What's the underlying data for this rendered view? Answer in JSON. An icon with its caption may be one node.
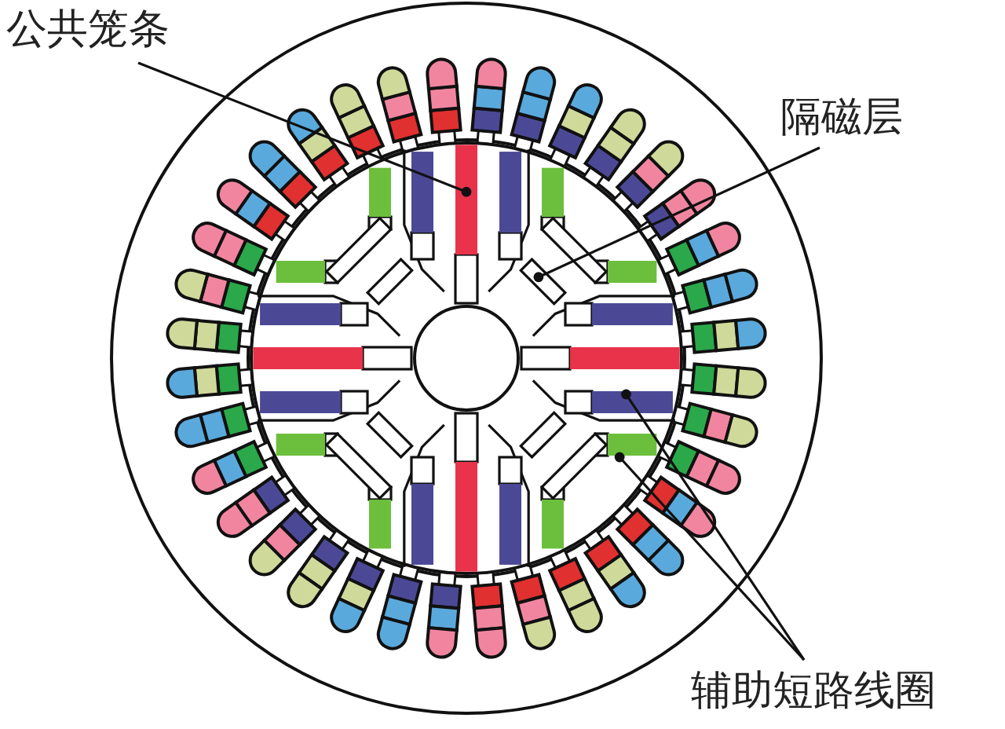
{
  "diagram": {
    "nodes": [
      {
        "text": [
          "公共笼条"
        ]
      },
      {
        "text": [
          "隔磁层"
        ]
      },
      {
        "text": [
          "辅助短路线圈"
        ]
      },
      {
        "text": [],
        "shape": "bar"
      },
      {
        "text": [],
        "shape": "bar"
      },
      {
        "text": [],
        "shape": "bar"
      },
      {
        "text": [],
        "shape": "bar"
      },
      {
        "text": [],
        "shape": "bar"
      },
      {
        "text": [],
        "shape": "bar"
      },
      {
        "text": [],
        "shape": "bar"
      },
      {
        "text": [],
        "shape": "bar"
      },
      {
        "text": [],
        "shape": "bar"
      },
      {
        "text": [],
        "shape": "bar"
      },
      {
        "text": [],
        "shape": "bar"
      },
      {
        "text": [],
        "shape": "bar"
      },
      {
        "text": [],
        "shape": "bar"
      },
      {
        "text": [],
        "shape": "bar"
      },
      {
        "text": [],
        "shape": "bar"
      },
      {
        "text": [],
        "shape": "bar"
      },
      {
        "text": [],
        "shape": "bar"
      },
      {
        "text": [],
        "shape": "bar"
      },
      {
        "text": [],
        "shape": "bar"
      },
      {
        "text": [],
        "shape": "bar"
      },
      {
        "text": [],
        "shape": "bar"
      },
      {
        "text": [],
        "shape": "bar"
      },
      {
        "text": [],
        "shape": "bar"
      },
      {
        "text": [],
        "shape": "bar"
      },
      {
        "text": [],
        "shape": "bar"
      },
      {
        "text": [],
        "shape": "bar"
      },
      {
        "text": [],
        "shape": "bar"
      },
      {
        "text": [],
        "shape": "bar"
      }
    ],
    "edges": [
      {
        "from": 0,
        "to": 3,
        "arrow": "other"
      },
      {
        "from": 1,
        "to": 24,
        "arrow": "other"
      },
      {
        "from": 2,
        "to": 9,
        "arrow": "other"
      },
      {
        "from": 2,
        "to": 11,
        "arrow": "other"
      }
    ]
  }
}
